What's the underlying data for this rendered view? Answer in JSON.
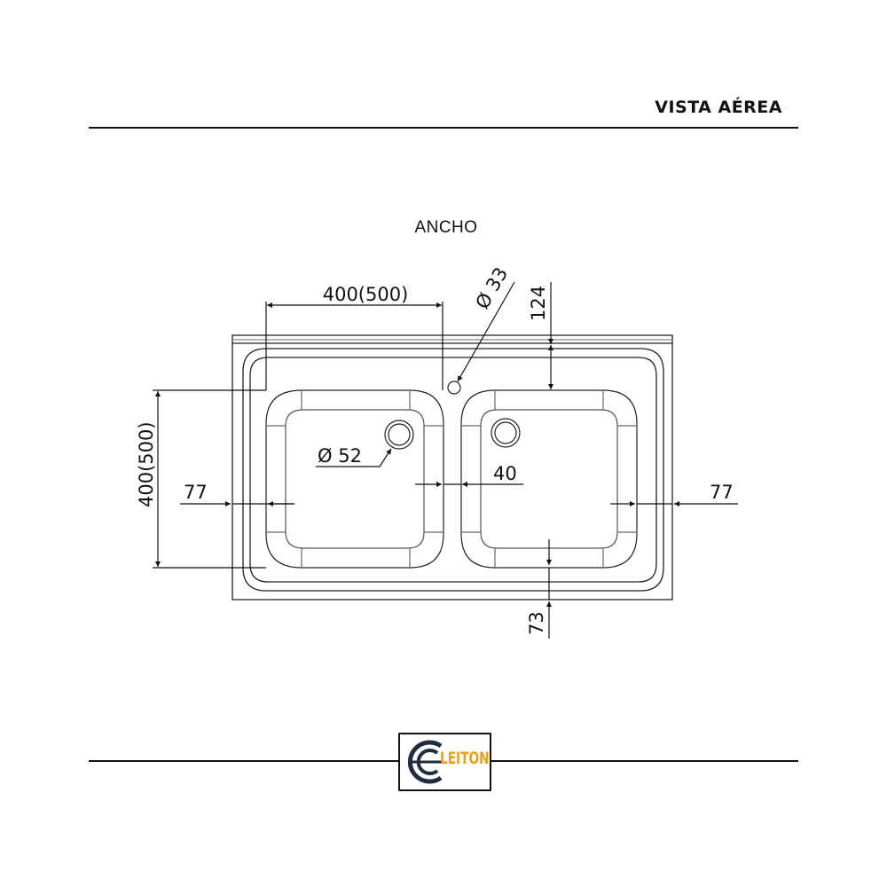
{
  "header": {
    "title": "VISTA AÉREA"
  },
  "drawing": {
    "subtitle": "ANCHO",
    "dimensions": {
      "bowl_width": "400(500)",
      "bowl_depth": "400(500)",
      "faucet_hole": "Ø 33",
      "back_margin": "124",
      "drain": "Ø 52",
      "divider": "40",
      "left_margin": "77",
      "right_margin": "77",
      "front_margin": "73"
    }
  },
  "footer": {
    "logo_text": "LEITON",
    "logo_colors": {
      "mark": "#1f2d3d",
      "text": "#e8a01c"
    }
  }
}
